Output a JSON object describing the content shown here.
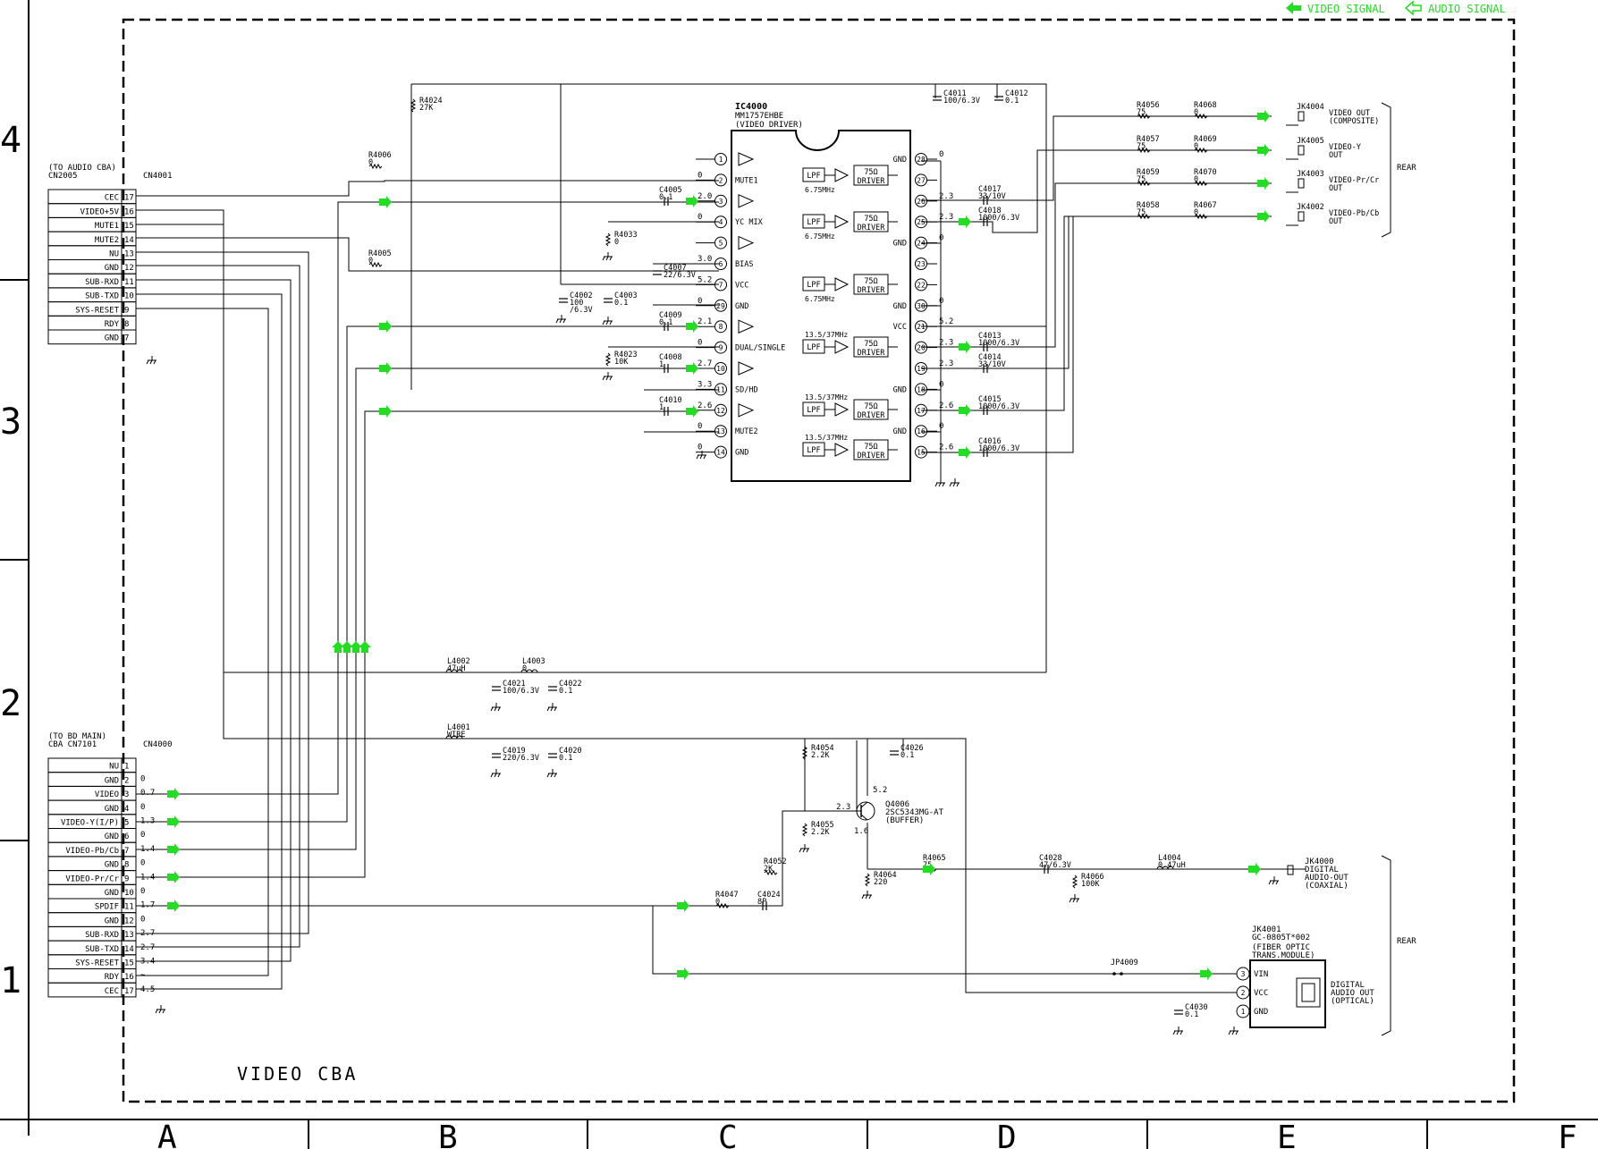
{
  "legend": {
    "video": "VIDEO SIGNAL",
    "audio": "AUDIO SIGNAL",
    "color": "#22dd22"
  },
  "board_title": "VIDEO CBA",
  "row_labels": [
    "4",
    "3",
    "2",
    "1"
  ],
  "col_labels": [
    "A",
    "B",
    "C",
    "D",
    "E",
    "F"
  ],
  "cn4001": {
    "ref": "CN4001",
    "note1": "(TO AUDIO CBA)",
    "note2": "CN2005",
    "pins": [
      {
        "name": "CEC",
        "num": "17"
      },
      {
        "name": "VIDEO+5V",
        "num": "16"
      },
      {
        "name": "MUTE1",
        "num": "15"
      },
      {
        "name": "MUTE2",
        "num": "14"
      },
      {
        "name": "NU",
        "num": "13"
      },
      {
        "name": "GND",
        "num": "12"
      },
      {
        "name": "SUB-RXD",
        "num": "11"
      },
      {
        "name": "SUB-TXD",
        "num": "10"
      },
      {
        "name": "SYS-RESET",
        "num": "9"
      },
      {
        "name": "RDY",
        "num": "8"
      },
      {
        "name": "GND",
        "num": "7"
      }
    ]
  },
  "cn4000": {
    "ref": "CN4000",
    "note1": "(TO BD MAIN)",
    "note2": "CBA CN7101",
    "pins": [
      {
        "name": "NU",
        "num": "1",
        "v": ""
      },
      {
        "name": "GND",
        "num": "2",
        "v": "0"
      },
      {
        "name": "VIDEO",
        "num": "3",
        "v": "0.7"
      },
      {
        "name": "GND",
        "num": "4",
        "v": "0"
      },
      {
        "name": "VIDEO-Y(I/P)",
        "num": "5",
        "v": "1.3"
      },
      {
        "name": "GND",
        "num": "6",
        "v": "0"
      },
      {
        "name": "VIDEO-Pb/Cb",
        "num": "7",
        "v": "1.4"
      },
      {
        "name": "GND",
        "num": "8",
        "v": "0"
      },
      {
        "name": "VIDEO-Pr/Cr",
        "num": "9",
        "v": "1.4"
      },
      {
        "name": "GND",
        "num": "10",
        "v": "0"
      },
      {
        "name": "SPDIF",
        "num": "11",
        "v": "1.7"
      },
      {
        "name": "GND",
        "num": "12",
        "v": "0"
      },
      {
        "name": "SUB-RXD",
        "num": "13",
        "v": "2.7"
      },
      {
        "name": "SUB-TXD",
        "num": "14",
        "v": "2.7"
      },
      {
        "name": "SYS-RESET",
        "num": "15",
        "v": "3.4"
      },
      {
        "name": "RDY",
        "num": "16",
        "v": "~"
      },
      {
        "name": "CEC",
        "num": "17",
        "v": "4.5"
      }
    ]
  },
  "ic4000": {
    "ref": "IC4000",
    "part": "MM1757EHBE",
    "desc": "(VIDEO DRIVER)",
    "left_pins": [
      {
        "num": "1",
        "name": "",
        "v": ""
      },
      {
        "num": "2",
        "name": "MUTE1",
        "v": "0"
      },
      {
        "num": "3",
        "name": "",
        "v": "2.0"
      },
      {
        "num": "4",
        "name": "YC MIX",
        "v": "0"
      },
      {
        "num": "5",
        "name": "",
        "v": ""
      },
      {
        "num": "6",
        "name": "BIAS",
        "v": "3.0"
      },
      {
        "num": "7",
        "name": "VCC",
        "v": "5.2"
      },
      {
        "num": "29",
        "name": "GND",
        "v": "0"
      },
      {
        "num": "8",
        "name": "",
        "v": "2.1"
      },
      {
        "num": "9",
        "name": "DUAL/SINGLE",
        "v": "0"
      },
      {
        "num": "10",
        "name": "",
        "v": "2.7"
      },
      {
        "num": "11",
        "name": "SD/HD",
        "v": "3.3"
      },
      {
        "num": "12",
        "name": "",
        "v": "2.6"
      },
      {
        "num": "13",
        "name": "MUTE2",
        "v": "0"
      },
      {
        "num": "14",
        "name": "GND",
        "v": "0"
      }
    ],
    "right_pins": [
      {
        "num": "28",
        "name": "GND",
        "v": "0"
      },
      {
        "num": "27",
        "name": "",
        "v": ""
      },
      {
        "num": "26",
        "name": "",
        "v": "2.3"
      },
      {
        "num": "25",
        "name": "",
        "v": "2.3"
      },
      {
        "num": "24",
        "name": "GND",
        "v": "0"
      },
      {
        "num": "23",
        "name": "",
        "v": ""
      },
      {
        "num": "22",
        "name": "",
        "v": ""
      },
      {
        "num": "30",
        "name": "GND",
        "v": "0"
      },
      {
        "num": "21",
        "name": "VCC",
        "v": "5.2"
      },
      {
        "num": "20",
        "name": "",
        "v": "2.3"
      },
      {
        "num": "19",
        "name": "",
        "v": "2.3"
      },
      {
        "num": "18",
        "name": "GND",
        "v": "0"
      },
      {
        "num": "17",
        "name": "",
        "v": "2.6"
      },
      {
        "num": "16",
        "name": "GND",
        "v": "0"
      },
      {
        "num": "15",
        "name": "",
        "v": "2.6"
      }
    ],
    "blocks": [
      {
        "lpf": "LPF",
        "drv1": "75Ω",
        "drv2": "DRIVER",
        "freq": "6.75MHz"
      },
      {
        "lpf": "LPF",
        "drv1": "75Ω",
        "drv2": "DRIVER",
        "freq": "6.75MHz"
      },
      {
        "lpf": "LPF",
        "drv1": "75Ω",
        "drv2": "DRIVER",
        "freq": "6.75MHz"
      },
      {
        "lpf": "LPF",
        "drv1": "75Ω",
        "drv2": "DRIVER",
        "freq": "13.5/37MHz"
      },
      {
        "lpf": "LPF",
        "drv1": "75Ω",
        "drv2": "DRIVER",
        "freq": "13.5/37MHz"
      },
      {
        "lpf": "LPF",
        "drv1": "75Ω",
        "drv2": "DRIVER",
        "freq": "13.5/37MHz"
      }
    ]
  },
  "parts": [
    {
      "ref": "R4024",
      "val": "27K"
    },
    {
      "ref": "R4006",
      "val": "0"
    },
    {
      "ref": "R4005",
      "val": "0"
    },
    {
      "ref": "C4005",
      "val": "0.1"
    },
    {
      "ref": "R4033",
      "val": "0"
    },
    {
      "ref": "C4007",
      "val": "22/6.3V"
    },
    {
      "ref": "C4002",
      "val": "100\n/6.3V"
    },
    {
      "ref": "C4003",
      "val": "0.1"
    },
    {
      "ref": "C4009",
      "val": "0.1"
    },
    {
      "ref": "R4023",
      "val": "10K"
    },
    {
      "ref": "C4008",
      "val": "1"
    },
    {
      "ref": "C4010",
      "val": "1"
    },
    {
      "ref": "C4011",
      "val": "100/6.3V"
    },
    {
      "ref": "C4012",
      "val": "0.1"
    },
    {
      "ref": "C4017",
      "val": "33/10V"
    },
    {
      "ref": "C4018",
      "val": "1000/6.3V"
    },
    {
      "ref": "C4013",
      "val": "1000/6.3V"
    },
    {
      "ref": "C4014",
      "val": "33/10V"
    },
    {
      "ref": "C4015",
      "val": "1000/6.3V"
    },
    {
      "ref": "C4016",
      "val": "1000/6.3V"
    },
    {
      "ref": "R4056",
      "val": "75"
    },
    {
      "ref": "R4068",
      "val": "0"
    },
    {
      "ref": "R4057",
      "val": "75"
    },
    {
      "ref": "R4069",
      "val": "0"
    },
    {
      "ref": "R4059",
      "val": "75"
    },
    {
      "ref": "R4070",
      "val": "0"
    },
    {
      "ref": "R4058",
      "val": "75"
    },
    {
      "ref": "R4067",
      "val": "0"
    },
    {
      "ref": "L4002",
      "val": "47uH"
    },
    {
      "ref": "L4003",
      "val": "0"
    },
    {
      "ref": "C4021",
      "val": "100/6.3V"
    },
    {
      "ref": "C4022",
      "val": "0.1"
    },
    {
      "ref": "L4001",
      "val": "WIRE"
    },
    {
      "ref": "C4019",
      "val": "220/6.3V"
    },
    {
      "ref": "C4020",
      "val": "0.1"
    },
    {
      "ref": "R4054",
      "val": "2.2K"
    },
    {
      "ref": "C4026",
      "val": "0.1"
    },
    {
      "ref": "R4055",
      "val": "2.2K"
    },
    {
      "ref": "R4052",
      "val": "2K"
    },
    {
      "ref": "R4047",
      "val": "0"
    },
    {
      "ref": "C4024",
      "val": "8P"
    },
    {
      "ref": "R4065",
      "val": "75"
    },
    {
      "ref": "R4064",
      "val": "220"
    },
    {
      "ref": "C4028",
      "val": "47/6.3V"
    },
    {
      "ref": "R4066",
      "val": "100K"
    },
    {
      "ref": "L4004",
      "val": "0.47uH"
    },
    {
      "ref": "JP4009",
      "val": ""
    },
    {
      "ref": "C4030",
      "val": "0.1"
    }
  ],
  "q4006": {
    "ref": "Q4006",
    "part": "2SC5343MG-AT",
    "desc": "(BUFFER)",
    "vb": "2.3",
    "vc": "5.2",
    "ve": "1.6"
  },
  "jacks": [
    {
      "ref": "JK4004",
      "l1": "VIDEO OUT",
      "l2": "(COMPOSITE)"
    },
    {
      "ref": "JK4005",
      "l1": "VIDEO-Y",
      "l2": "OUT"
    },
    {
      "ref": "JK4003",
      "l1": "VIDEO-Pr/Cr",
      "l2": "OUT"
    },
    {
      "ref": "JK4002",
      "l1": "VIDEO-Pb/Cb",
      "l2": "OUT"
    }
  ],
  "rear_label": "REAR",
  "jk4000": {
    "ref": "JK4000",
    "l1": "DIGITAL",
    "l2": "AUDIO-OUT",
    "l3": "(COAXIAL)"
  },
  "jk4001": {
    "ref": "JK4001",
    "part": "GC-0805T*002",
    "d1": "(FIBER OPTIC",
    "d2": "TRANS.MODULE)",
    "pins": [
      {
        "num": "3",
        "name": "VIN"
      },
      {
        "num": "2",
        "name": "VCC"
      },
      {
        "num": "1",
        "name": "GND"
      }
    ],
    "out1": "DIGITAL",
    "out2": "AUDIO OUT",
    "out3": "(OPTICAL)"
  }
}
